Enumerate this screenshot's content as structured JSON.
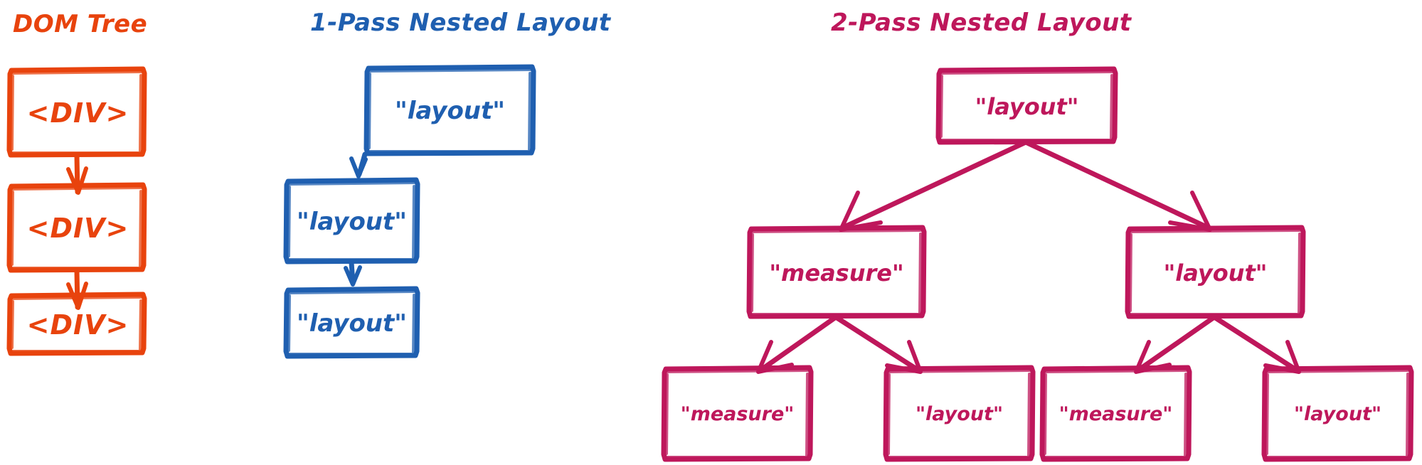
{
  "diagram": {
    "title_bar": null,
    "columns": [
      {
        "id": "dom-tree",
        "title": "DOM Tree",
        "color": "#E8430D",
        "nodes": [
          {
            "label": "<DIV>"
          },
          {
            "label": "<DIV>"
          },
          {
            "label": "<DIV>"
          }
        ],
        "edges": 2,
        "edge_style": "vertical-arrow"
      },
      {
        "id": "one-pass-nested-layout",
        "title": "1-Pass Nested Layout",
        "color": "#1F5FB0",
        "nodes": [
          {
            "label": "\"layout\""
          },
          {
            "label": "\"layout\""
          },
          {
            "label": "\"layout\""
          }
        ],
        "edges": 2,
        "edge_style": "vertical-arrow"
      },
      {
        "id": "two-pass-nested-layout",
        "title": "2-Pass Nested Layout",
        "color": "#BE175B",
        "tree": {
          "root": {
            "label": "\"layout\""
          },
          "level2": [
            {
              "label": "\"measure\""
            },
            {
              "label": "\"layout\""
            }
          ],
          "level3": [
            {
              "label": "\"measure\""
            },
            {
              "label": "\"layout\""
            },
            {
              "label": "\"measure\""
            },
            {
              "label": "\"layout\""
            }
          ]
        },
        "edge_style": "branching-arrow"
      }
    ]
  },
  "colors": {
    "orange": "#E8430D",
    "blue": "#1F5FB0",
    "pink": "#BE175B",
    "background": "#FFFFFF"
  }
}
